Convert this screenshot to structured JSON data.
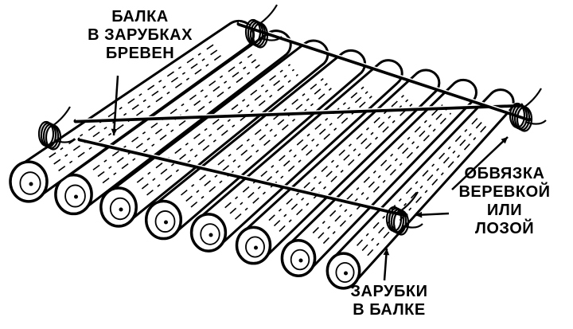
{
  "labels": {
    "beam": [
      "БАЛКА",
      "В ЗАРУБКАХ",
      "БРЕВЕН"
    ],
    "binding": [
      "ОБВЯЗКА",
      "ВЕРЕВКОЙ",
      "ИЛИ",
      "ЛОЗОЙ"
    ],
    "notches": [
      "ЗАРУБКИ",
      "В БАЛКЕ"
    ]
  },
  "drawing": {
    "log_count": 8,
    "ink_color": "#000000",
    "paper_color": "#ffffff"
  }
}
